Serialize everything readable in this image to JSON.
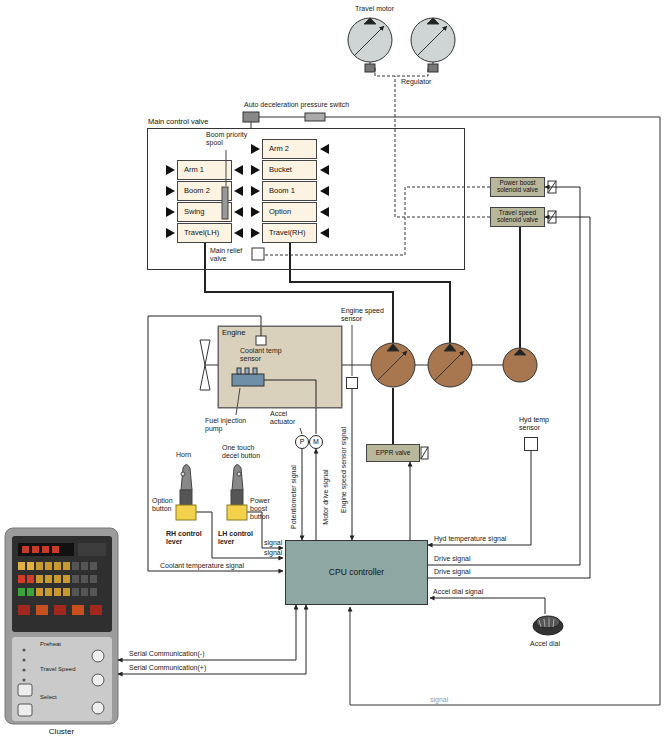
{
  "diagram": {
    "nodes": [
      {
        "text": [
          "Main control valve"
        ]
      },
      {
        "text": [
          "Arm 1"
        ],
        "in": 0
      },
      {
        "text": [
          "Boom 2"
        ],
        "in": 0
      },
      {
        "text": [
          "Swing"
        ],
        "in": 0
      },
      {
        "text": [
          "Travel(LH)"
        ],
        "in": 0
      },
      {
        "text": [
          "Arm 2"
        ],
        "in": 0
      },
      {
        "text": [
          "Bucket"
        ],
        "in": 0
      },
      {
        "text": [
          "Boom 1"
        ],
        "in": 0
      },
      {
        "text": [
          "Option"
        ],
        "in": 0
      },
      {
        "text": [
          "Travel(RH)"
        ],
        "in": 0
      },
      {
        "text": [
          "Power boost solenoid valve"
        ]
      },
      {
        "text": [
          "Travel speed solenoid valve"
        ]
      },
      {
        "text": [
          "Engine"
        ]
      },
      {
        "text": [
          "Engine speed sensor"
        ]
      },
      {
        "text": [
          "Hyd temp sensor"
        ]
      },
      {
        "text": [
          "EPPR valve"
        ]
      },
      {
        "text": [
          "P"
        ]
      },
      {
        "text": [
          "M"
        ]
      },
      {
        "text": [
          "CPU controller"
        ]
      },
      {
        "text": [
          "Cluster"
        ]
      }
    ],
    "edges": [
      {
        "from": 16,
        "to": 18,
        "arrow": "to",
        "label": "Potentiometer signal"
      },
      {
        "from": 18,
        "to": 17,
        "arrow": "to",
        "label": "Motor drive signal"
      },
      {
        "from": 13,
        "to": 18,
        "arrow": "to",
        "label": "Engine speed sensor signal"
      },
      {
        "from": 14,
        "to": 18,
        "arrow": "to",
        "label": "Hyd temperature signal"
      },
      {
        "from": 18,
        "to": 10,
        "arrow": "to",
        "label": "Drive signal"
      },
      {
        "from": 18,
        "to": 11,
        "arrow": "to",
        "label": "Drive signal"
      },
      {
        "from": 18,
        "to": 15,
        "arrow": "to"
      },
      {
        "from": 19,
        "to": 18,
        "arrow": "both",
        "label": "Serial Communication(-)"
      },
      {
        "from": 19,
        "to": 18,
        "arrow": "both",
        "label": "Serial Communication(+)"
      }
    ],
    "labels": [
      "Travel motor",
      "Regulator",
      "Auto deceleration pressure switch",
      "Boom priority spool",
      "Main relief valve",
      "Coolant temp sensor",
      "Fuel injection pump",
      "Accel actuator",
      "Horn",
      "One touch decel button",
      "Option button",
      "Power boost button",
      "RH control lever",
      "LH control lever",
      "signal",
      "signal",
      "Coolant temperature signal",
      "Accel dial signal",
      "Accel dial",
      "Preheat",
      "Travel Speed",
      "Select",
      "signal"
    ]
  }
}
